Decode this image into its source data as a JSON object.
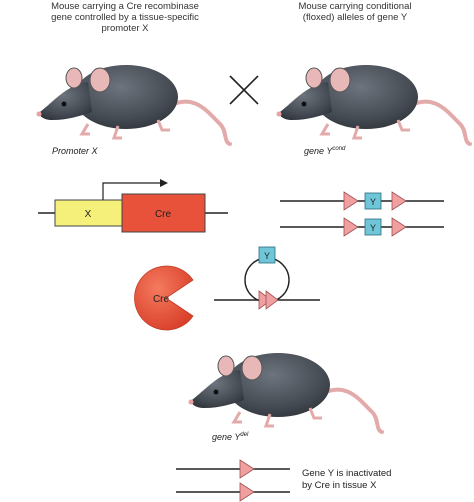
{
  "captions": {
    "left_line1": "Mouse carrying a Cre recombinase",
    "left_line2": "gene controlled by a tissue-specific",
    "left_line3": "promoter X",
    "right_line1": "Mouse carrying conditional",
    "right_line2": "(floxed) alleles of gene Y"
  },
  "labels": {
    "promoter": "Promoter X",
    "gene_cond_base": "gene Y",
    "gene_cond_sup": "cond",
    "gene_del_base": "gene Y",
    "gene_del_sup": "del"
  },
  "construct": {
    "promoter_box": "X",
    "cre_box": "Cre"
  },
  "floxed": {
    "gene_box": "Y"
  },
  "enzyme": {
    "label": "Cre"
  },
  "circle": {
    "gene_box": "Y"
  },
  "note": {
    "line1": "Gene Y is inactivated",
    "line2": "by Cre in tissue X"
  },
  "colors": {
    "promoter_fill": "#f4f07a",
    "cre_fill": "#e8523a",
    "loxp_fill": "#f0a0a0",
    "gene_fill": "#6ec6d8",
    "mouse_body": "#4a5058",
    "mouse_ear": "#e8b7b7"
  }
}
